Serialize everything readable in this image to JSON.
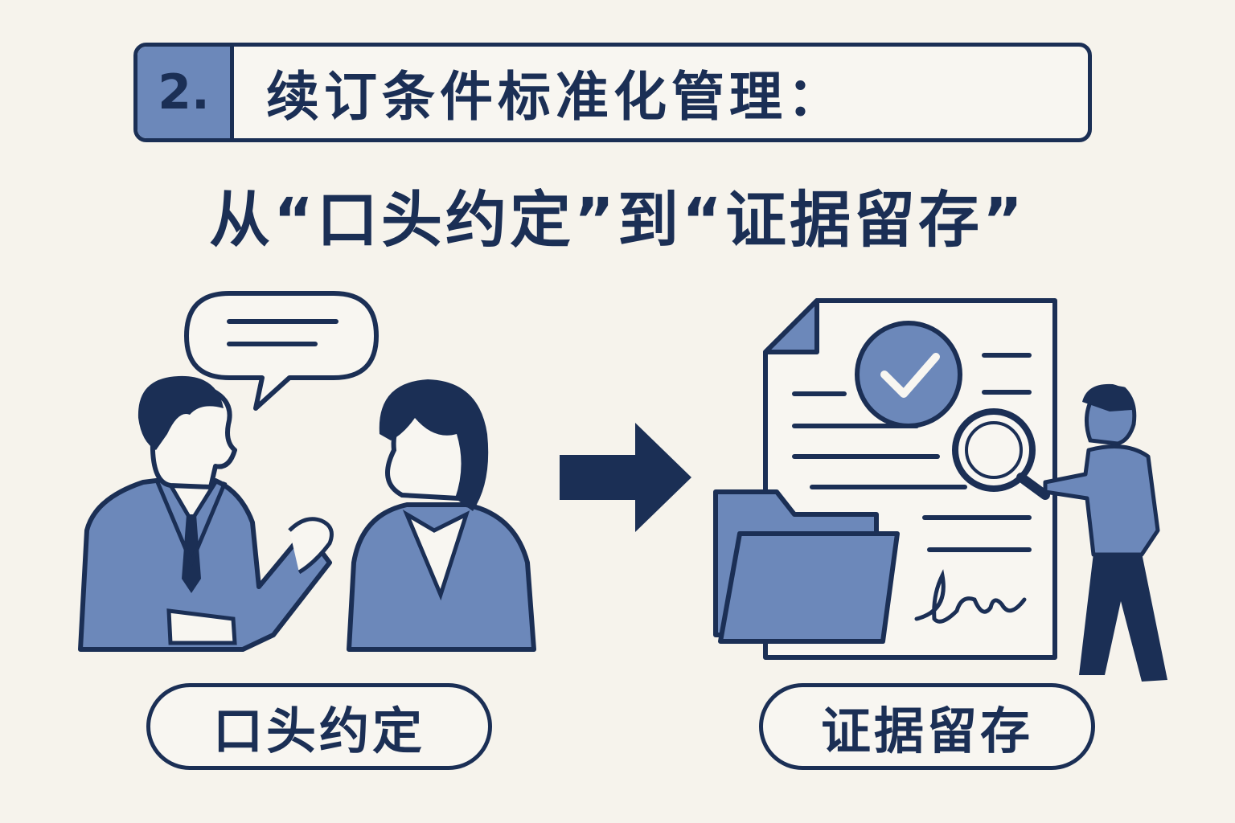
{
  "header": {
    "number": "2.",
    "title": "续订条件标准化管理："
  },
  "subtitle": "从“口头约定”到“证据留存”",
  "left_panel": {
    "label": "口头约定"
  },
  "right_panel": {
    "label": "证据留存"
  },
  "colors": {
    "background": "#f6f3ec",
    "navy": "#1b2f55",
    "blue": "#6c88ba"
  },
  "icons": [
    "speech-bubble-icon",
    "arrow-right-icon",
    "checkmark-icon",
    "magnifier-icon",
    "folder-icon",
    "signature-icon"
  ]
}
